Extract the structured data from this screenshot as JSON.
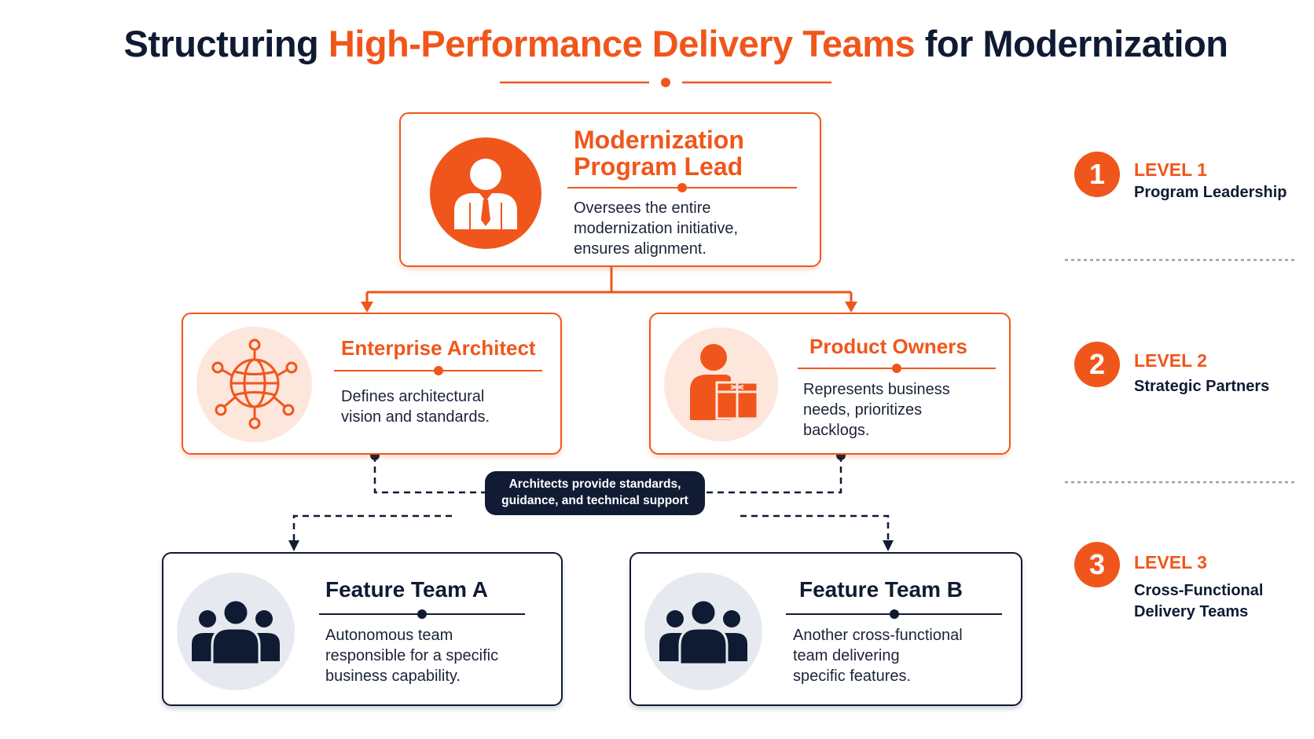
{
  "title": {
    "part1": "Structuring ",
    "highlight": "High-Performance Delivery Teams",
    "part2": " for Modernization"
  },
  "colors": {
    "accent": "#f0561b",
    "navy": "#0f1b33"
  },
  "nodes": {
    "lead": {
      "title_line1": "Modernization",
      "title_line2": "Program Lead",
      "desc_line1": "Oversees the entire",
      "desc_line2": "modernization initiative,",
      "desc_line3": "ensures alignment.",
      "icon": "executive-icon"
    },
    "architect": {
      "title": "Enterprise Architect",
      "desc_line1": "Defines architectural",
      "desc_line2": "vision and standards.",
      "icon": "globe-network-icon"
    },
    "product": {
      "title": "Product Owners",
      "desc_line1": "Represents business",
      "desc_line2": "needs, prioritizes",
      "desc_line3": "backlogs.",
      "icon": "person-box-icon"
    },
    "team_a": {
      "title": "Feature Team A",
      "desc_line1": "Autonomous team",
      "desc_line2": "responsible for a specific",
      "desc_line3": "business capability.",
      "icon": "team-icon"
    },
    "team_b": {
      "title": "Feature Team B",
      "desc_line1": "Another cross-functional",
      "desc_line2": "team delivering",
      "desc_line3": "specific features.",
      "icon": "team-icon"
    }
  },
  "callout": {
    "line1": "Architects provide standards,",
    "line2": "guidance, and technical support"
  },
  "levels": [
    {
      "number": "1",
      "label": "LEVEL 1",
      "name_line1": "Program Leadership",
      "name_line2": ""
    },
    {
      "number": "2",
      "label": "LEVEL 2",
      "name_line1": "Strategic Partners",
      "name_line2": ""
    },
    {
      "number": "3",
      "label": "LEVEL 3",
      "name_line1": "Cross-Functional",
      "name_line2": "Delivery Teams"
    }
  ]
}
